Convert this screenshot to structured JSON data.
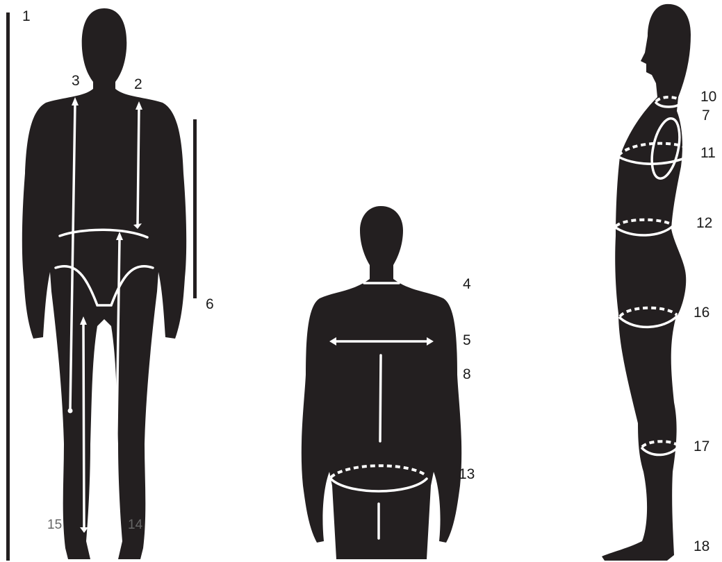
{
  "labels": {
    "l1": "1",
    "l2": "2",
    "l3": "3",
    "l4": "4",
    "l5": "5",
    "l6": "6",
    "l7": "7",
    "l8": "8",
    "l10": "10",
    "l11": "11",
    "l12": "12",
    "l13": "13",
    "l14": "14",
    "l15": "15",
    "l16": "16",
    "l17": "17",
    "l18": "18"
  },
  "colors": {
    "silhouette": "#231f20",
    "measure_line": "#ffffff",
    "label_text": "#1a1a1a",
    "secondary_label_text": "#666666"
  }
}
